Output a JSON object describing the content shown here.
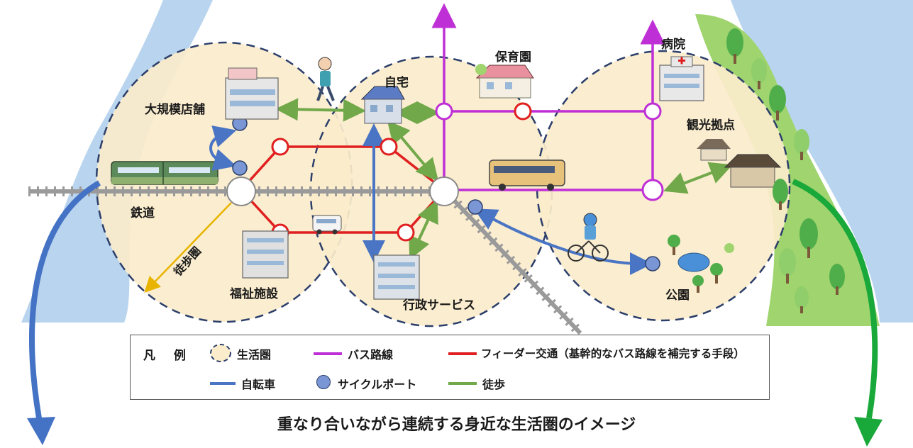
{
  "colors": {
    "circle_fill": "#fbeccb",
    "circle_border": "#2c3f6b",
    "bus_route": "#bf2fd6",
    "feeder": "#e02020",
    "bicycle": "#4a74c4",
    "cycle_port": "#7a96d4",
    "walk": "#70a84a",
    "walk_radius": "#e8b400",
    "river": "#b9d4ee",
    "forest": "#9fd46e",
    "arrow_left": "#4472c4",
    "arrow_right": "#19a83a"
  },
  "labels": {
    "large_store": "大規模店舗",
    "home": "自宅",
    "nursery": "保育園",
    "hospital": "病院",
    "tourism": "観光拠点",
    "railway": "鉄道",
    "walk_radius": "徒歩圏",
    "welfare": "福祉施設",
    "admin": "行政サービス",
    "park": "公園"
  },
  "legend": {
    "title": "凡 例",
    "living_area": "生活圏",
    "bus_route": "バス路線",
    "feeder": "フィーダー交通（基幹的なバス路線を補完する手段）",
    "bicycle": "自転車",
    "cycle_port": "サイクルポート",
    "walk": "徒歩"
  },
  "caption": "重なり合いながら連続する身近な生活圏のイメージ"
}
